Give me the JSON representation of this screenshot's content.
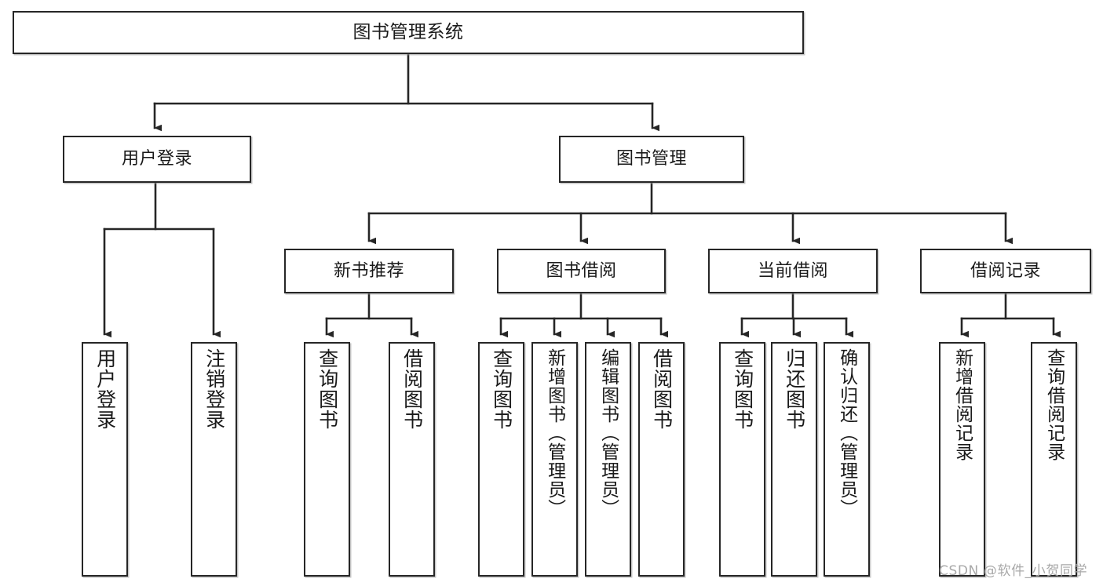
{
  "diagram": {
    "title": "图书管理系统",
    "type": "function-structure-tree",
    "watermark": "CSDN @软件_小贺同学",
    "accent_color": "#262626",
    "background_color": "#ffffff",
    "root": {
      "label": "图书管理系统"
    },
    "level1": [
      {
        "id": "user-login",
        "label": "用户登录"
      },
      {
        "id": "book-manage",
        "label": "图书管理"
      }
    ],
    "level2": [
      {
        "id": "new-book-recommend",
        "label": "新书推荐",
        "parent": "book-manage"
      },
      {
        "id": "book-borrow",
        "label": "图书借阅",
        "parent": "book-manage"
      },
      {
        "id": "current-borrow",
        "label": "当前借阅",
        "parent": "book-manage"
      },
      {
        "id": "borrow-record",
        "label": "借阅记录",
        "parent": "book-manage"
      }
    ],
    "leaves": {
      "user_login": [
        {
          "id": "leaf-user-login",
          "label": "用户登录"
        },
        {
          "id": "leaf-logout-login",
          "label": "注销登录"
        }
      ],
      "new_book_recommend": [
        {
          "id": "leaf-query-book-1",
          "label": "查询图书"
        },
        {
          "id": "leaf-borrow-book-1",
          "label": "借阅图书"
        }
      ],
      "book_borrow": [
        {
          "id": "leaf-query-book-2",
          "label": "查询图书"
        },
        {
          "id": "leaf-add-book",
          "label": "新增图书（管理员）"
        },
        {
          "id": "leaf-edit-book",
          "label": "编辑图书（管理员）"
        },
        {
          "id": "leaf-borrow-book-2",
          "label": "借阅图书"
        }
      ],
      "current_borrow": [
        {
          "id": "leaf-query-book-3",
          "label": "查询图书"
        },
        {
          "id": "leaf-return-book",
          "label": "归还图书"
        },
        {
          "id": "leaf-confirm-return",
          "label": "确认归还（管理员）"
        }
      ],
      "borrow_record": [
        {
          "id": "leaf-add-record",
          "label": "新增借阅记录"
        },
        {
          "id": "leaf-query-record",
          "label": "查询借阅记录"
        }
      ]
    }
  }
}
